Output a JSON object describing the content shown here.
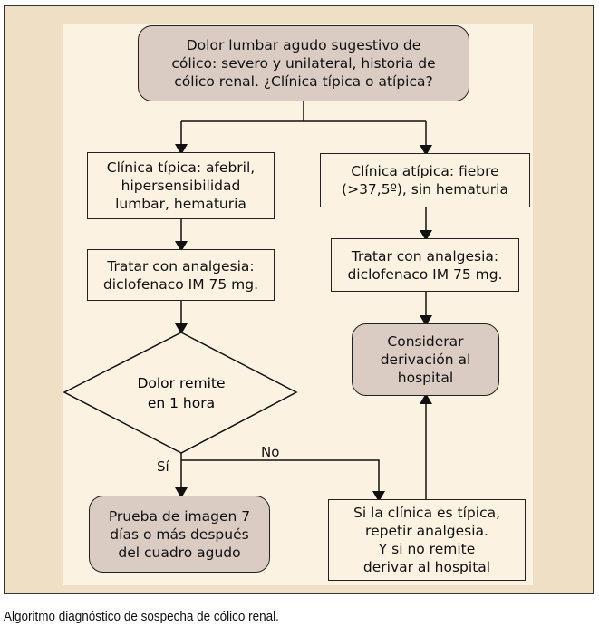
{
  "nodes": {
    "start": "Dolor lumbar agudo sugestivo de\ncólico: severo y unilateral, historia de\ncólico renal. ¿Clínica típica o atípica?",
    "typical": "Clínica típica: afebril,\nhipersensibilidad\nlumbar, hematuria",
    "atypical": "Clínica atípica: fiebre\n(>37,5º), sin hematuria",
    "treat_left": "Tratar con analgesia:\ndiclofenaco IM 75 mg.",
    "treat_right": "Tratar con analgesia:\ndiclofenaco IM 75 mg.",
    "decision": "Dolor remite\nen 1 hora",
    "referral": "Considerar\nderivación al\nhospital",
    "imaging": "Prueba de imagen 7\ndías o más después\ndel cuadro agudo",
    "repeat": "Si la clínica es típica,\nrepetir analgesia.\nY si no remite\nderivar al hospital"
  },
  "edge_labels": {
    "yes": "Sí",
    "no": "No"
  },
  "caption": "Algoritmo diagnóstico de sospecha de cólico renal."
}
